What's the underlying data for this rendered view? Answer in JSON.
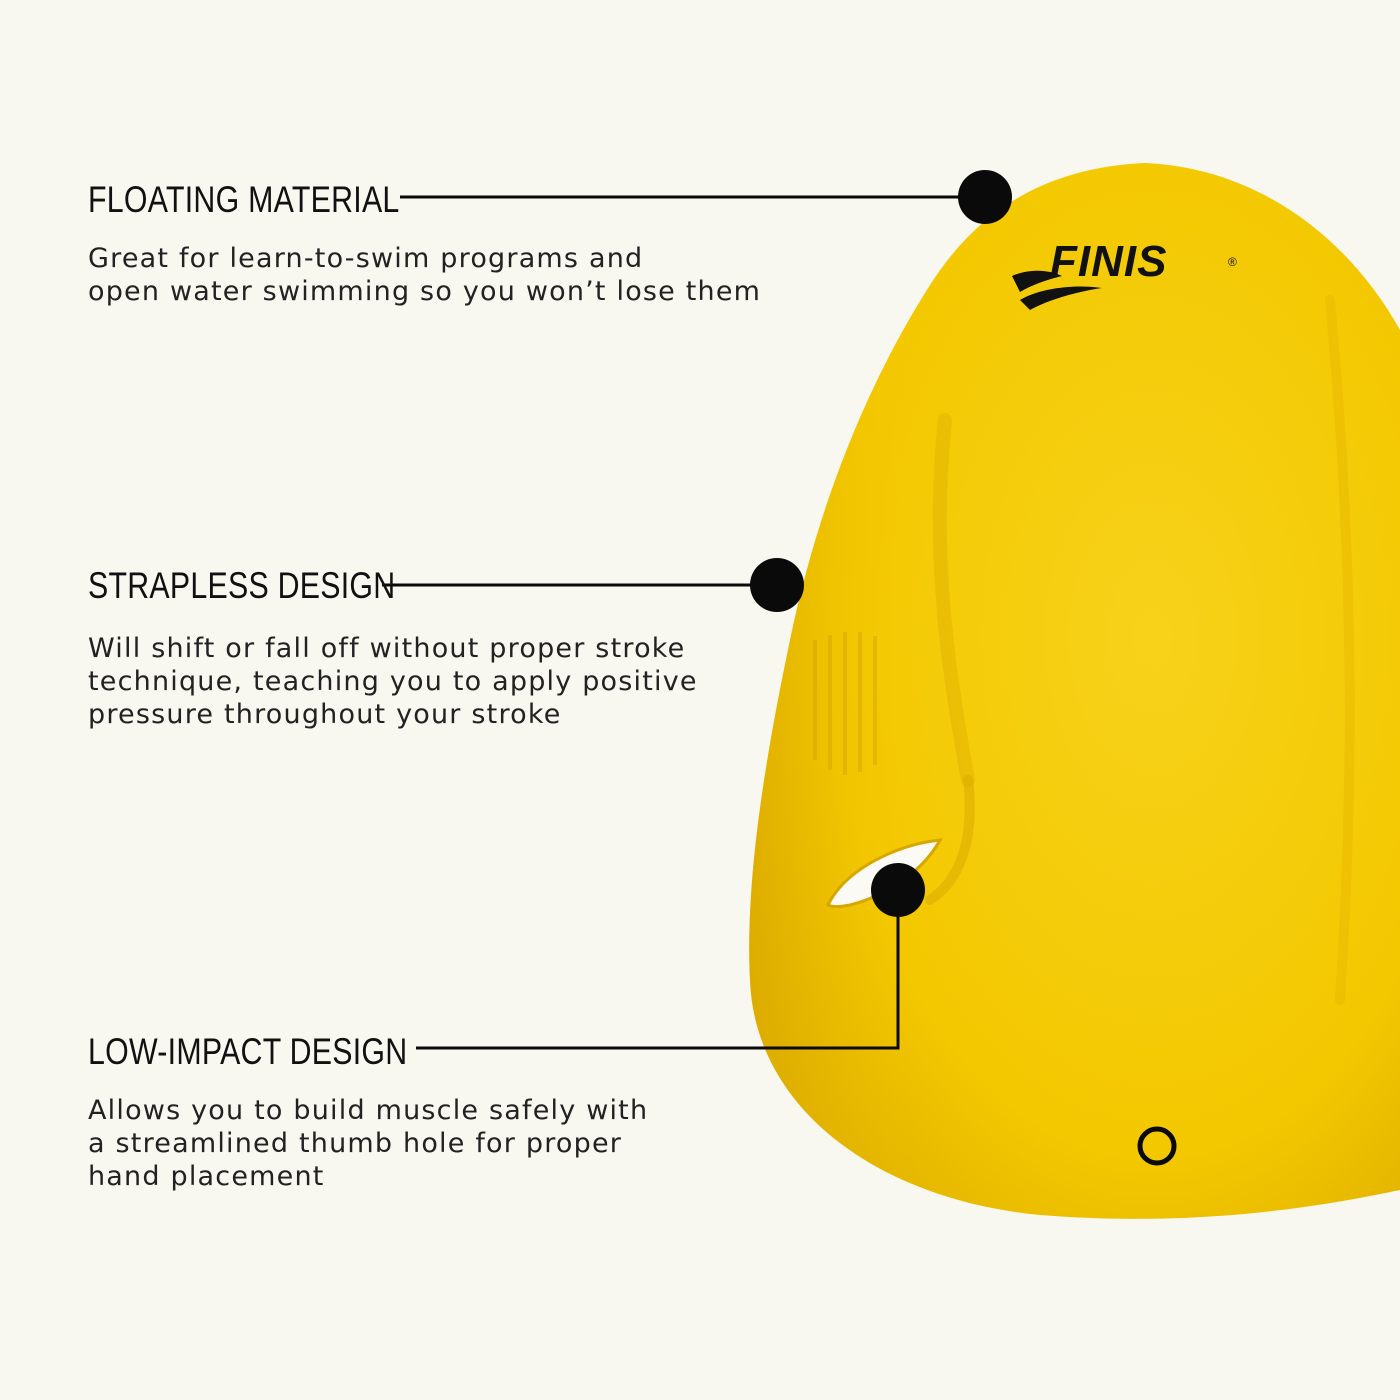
{
  "brand": {
    "name": "FINIS",
    "registered_mark": "®"
  },
  "features": [
    {
      "title": "FLOATING MATERIAL",
      "description": "Great for learn-to-swim programs and\nopen water swimming so you won’t lose them"
    },
    {
      "title": "STRAPLESS DESIGN",
      "description": "Will shift or fall off without proper stroke\ntechnique, teaching you to apply positive\npressure throughout your stroke"
    },
    {
      "title": "LOW-IMPACT DESIGN",
      "description": "Allows you to build muscle safely with\na streamlined thumb hole for proper\nhand placement"
    }
  ],
  "colors": {
    "background": "#f8f7f0",
    "paddle_yellow": "#f5c900",
    "callout": "#0a0a0a"
  }
}
